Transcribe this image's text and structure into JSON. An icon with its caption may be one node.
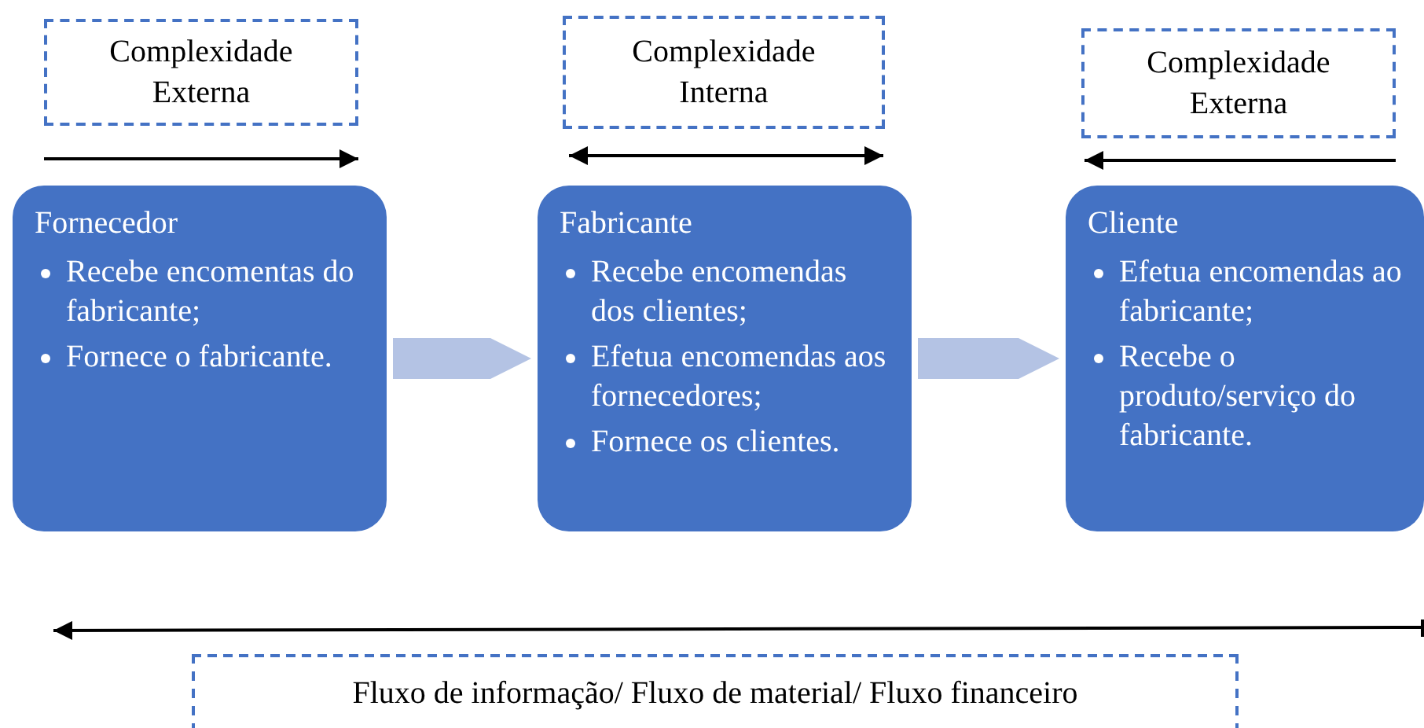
{
  "diagram": {
    "nodes": [
      {
        "text": [
          "Complexidade Externa"
        ]
      },
      {
        "text": [
          "Complexidade Interna"
        ]
      },
      {
        "text": [
          "Complexidade Externa"
        ]
      },
      {
        "text": [
          "Fornecedor",
          "Recebe encomentas do fabricante;",
          "Fornece o fabricante."
        ]
      },
      {
        "text": [
          "Fabricante",
          "Recebe encomendas dos clientes;",
          "Efetua encomendas aos fornecedores;",
          "Fornece os clientes."
        ]
      },
      {
        "text": [
          "Cliente",
          "Efetua encomendas ao fabricante;",
          "Recebe o produto/serviço do fabricante."
        ]
      },
      {
        "text": [
          "Fluxo de informação/ Fluxo de material/ Fluxo financeiro"
        ]
      }
    ],
    "edges": [
      {
        "from": 3,
        "to": 4,
        "arrow": "to"
      },
      {
        "from": 4,
        "to": 5,
        "arrow": "to"
      }
    ]
  }
}
